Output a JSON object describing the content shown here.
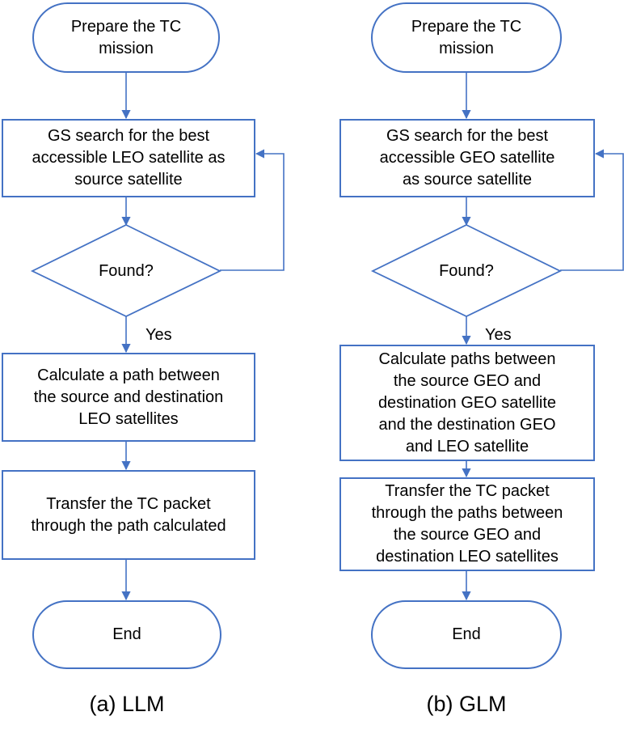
{
  "diagram": {
    "colors": {
      "stroke": "#4472c4",
      "fill": "#ffffff",
      "text": "#000000"
    },
    "llm": {
      "caption": "(a) LLM",
      "start": "Prepare  the TC\nmission",
      "search": "GS search for the best\naccessible LEO  satellite as\nsource satellite",
      "decision": "Found?",
      "yes_label": "Yes",
      "calculate": "Calculate a path between\nthe source and destination\nLEO satellites",
      "transfer": "Transfer the TC packet\nthrough the path calculated",
      "end": "End"
    },
    "glm": {
      "caption": "(b) GLM",
      "start": "Prepare  the TC\nmission",
      "search": "GS search  for the best\naccessible  GEO  satellite\nas source satellite",
      "decision": "Found?",
      "yes_label": "Yes",
      "calculate": "Calculate paths between\nthe source GEO and\ndestination GEO satellite\nand the destination GEO\nand LEO satellite",
      "transfer": "Transfer the TC packet\nthrough the paths between\nthe source GEO and\ndestination LEO satellites",
      "end": "End"
    }
  }
}
